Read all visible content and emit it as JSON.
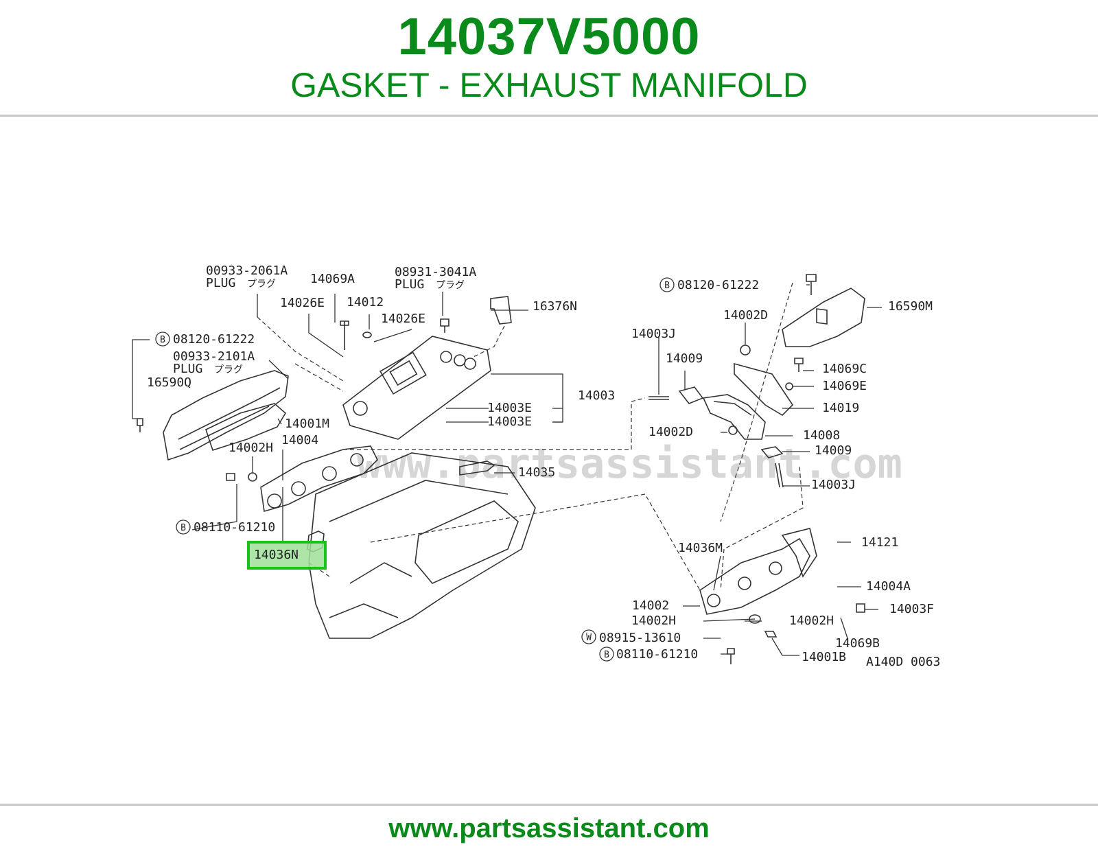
{
  "header": {
    "part_number": "14037V5000",
    "part_title": "GASKET - EXHAUST MANIFOLD"
  },
  "footer": {
    "url": "www.partsassistant.com"
  },
  "colors": {
    "brand_green": "#0a8a1a",
    "highlight_fill": "#9fe09a",
    "highlight_border": "#19c219",
    "line": "#333333",
    "watermark": "#d6d6d6"
  },
  "diagram": {
    "watermark": "www.partsassistant.com",
    "figure_code": "A140D 0063",
    "plug_label": "PLUG",
    "plug_jp": "プラグ",
    "callouts": {
      "c00933_2061A": "00933-2061A",
      "c14069A": "14069A",
      "c08931_3041A": "08931-3041A",
      "c14026E_a": "14026E",
      "c14012": "14012",
      "c14026E_b": "14026E",
      "c16376N": "16376N",
      "c08120_61222_a": "08120-61222",
      "c00933_2101A": "00933-2101A",
      "c16590Q": "16590Q",
      "c14001M": "14001M",
      "c14003E_a": "14003E",
      "c14003E_b": "14003E",
      "c14003": "14003",
      "c14002H_a": "14002H",
      "c14004": "14004",
      "c14035": "14035",
      "c08110_61210_a": "08110-61210",
      "c14036N": "14036N",
      "c08120_61222_b": "08120-61222",
      "c16590M": "16590M",
      "c14002D_a": "14002D",
      "c14003J_a": "14003J",
      "c14009_a": "14009",
      "c14069C": "14069C",
      "c14069E": "14069E",
      "c14019": "14019",
      "c14002D_b": "14002D",
      "c14008": "14008",
      "c14009_b": "14009",
      "c14003J_b": "14003J",
      "c14036M": "14036M",
      "c14121": "14121",
      "c14004A": "14004A",
      "c14002": "14002",
      "c14003F": "14003F",
      "c14002H_b": "14002H",
      "c14002H_c": "14002H",
      "c08915_13610": "08915-13610",
      "c14069B": "14069B",
      "c08110_61210_b": "08110-61210",
      "c14001B": "14001B"
    },
    "circle_letters": {
      "b1": "B",
      "b2": "B",
      "b3": "B",
      "b4": "B",
      "w1": "W"
    }
  }
}
